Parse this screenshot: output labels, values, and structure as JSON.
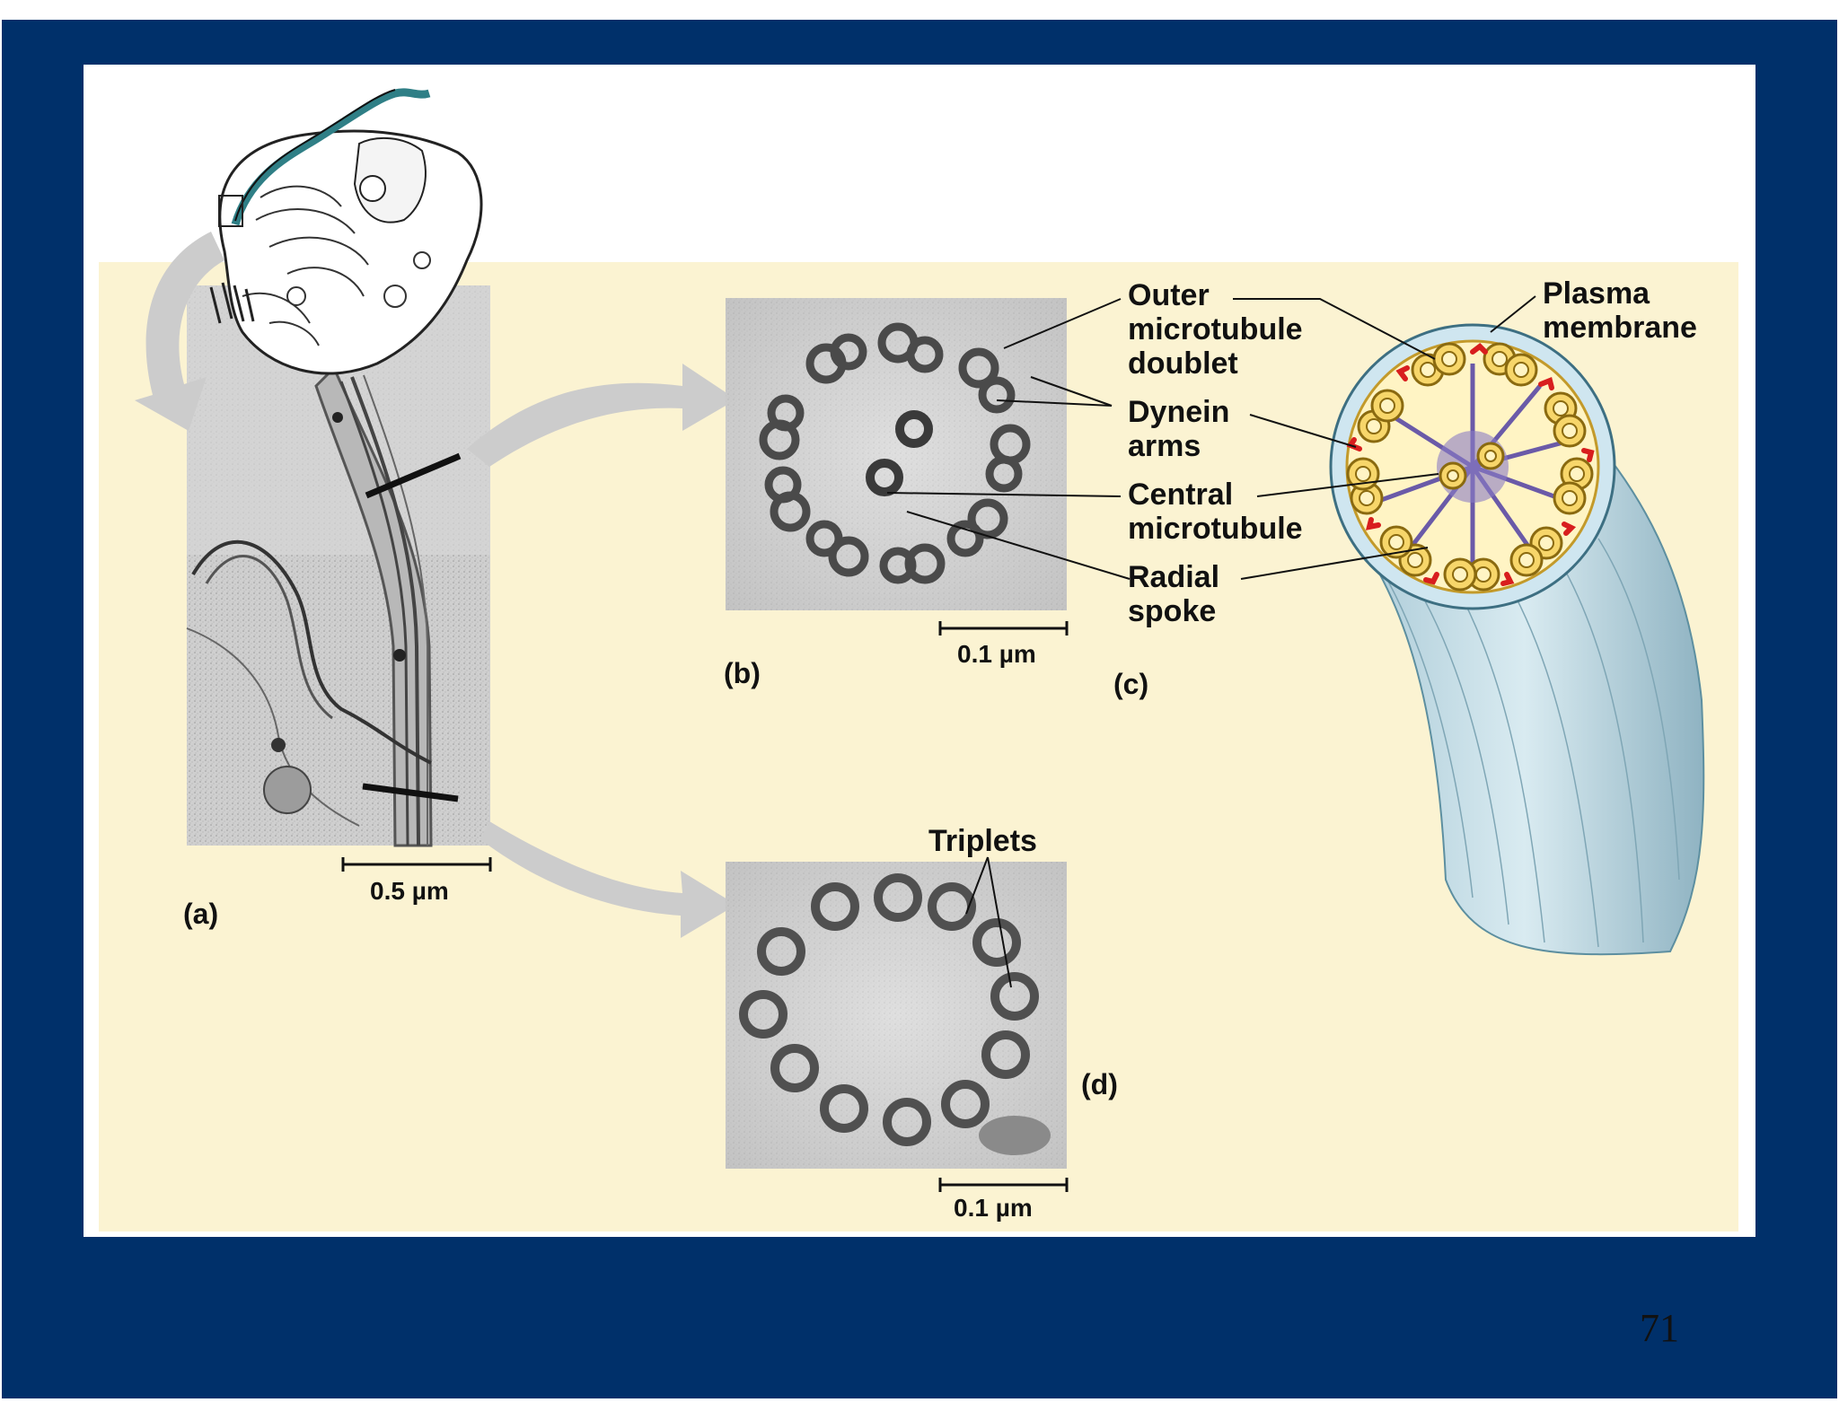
{
  "slide": {
    "page_number": "71",
    "colors": {
      "frame": "#00306a",
      "panel_bg": "#fbf3d2",
      "arrow": "#cccccc",
      "label": "#111111"
    }
  },
  "figure": {
    "panel_labels": {
      "a": "(a)",
      "b": "(b)",
      "c": "(c)",
      "d": "(d)"
    },
    "scale_bars": {
      "a": "0.5 µm",
      "b": "0.1 µm",
      "d": "0.1 µm"
    },
    "callouts": {
      "outer_doublet": "Outer\nmicrotubule\ndoublet",
      "dynein_arms": "Dynein\narms",
      "central_microtubule": "Central\nmicrotubule",
      "radial_spoke": "Radial\nspoke",
      "plasma_membrane": "Plasma\nmembrane",
      "triplets": "Triplets"
    }
  }
}
